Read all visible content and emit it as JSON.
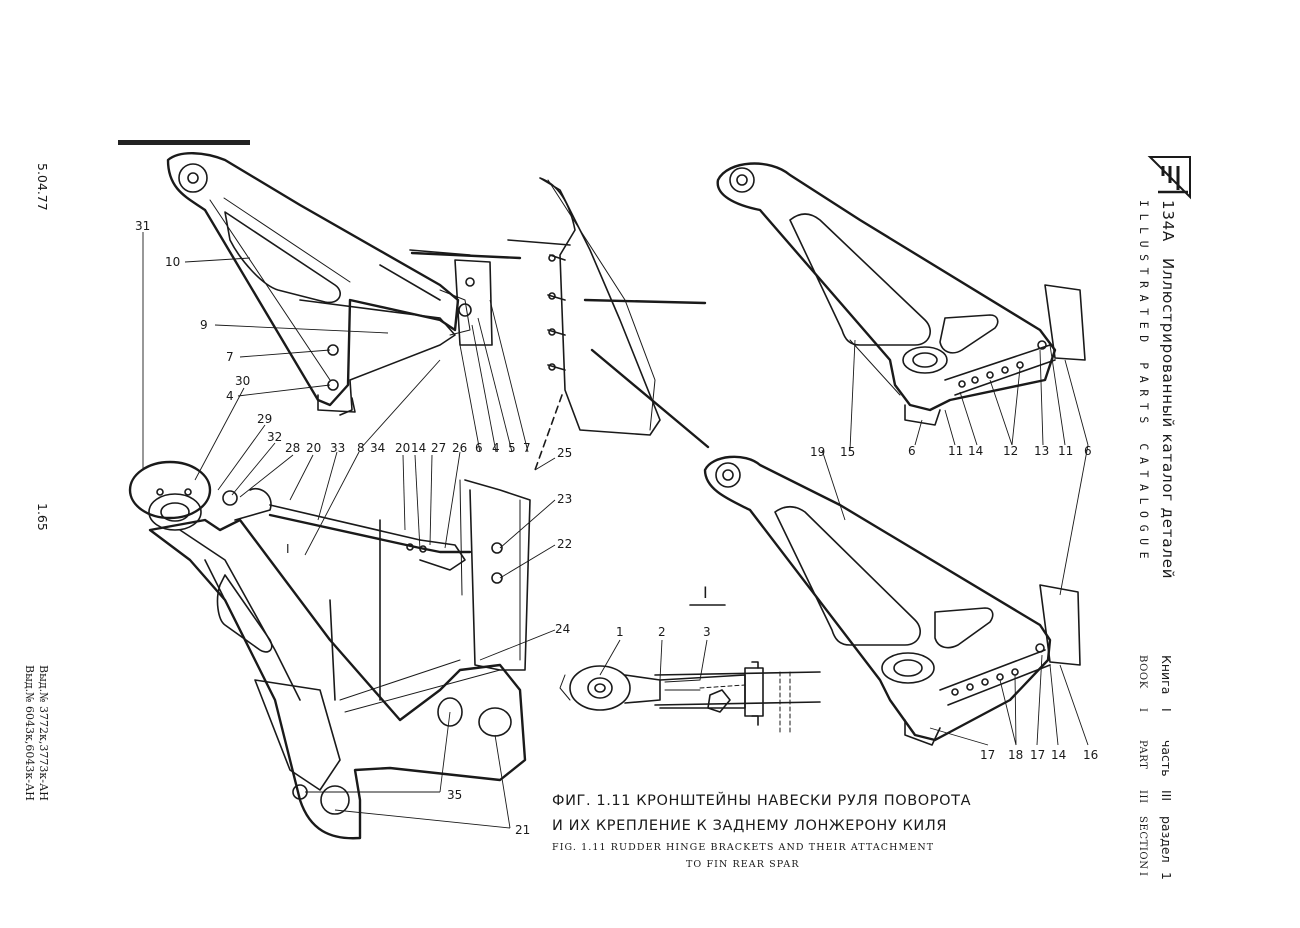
{
  "header": {
    "model": "134А",
    "title_ru": "Иллюстрированный каталог деталей",
    "title_en": "ILLUSTRATED PARTS CATALOGUE"
  },
  "book_info": {
    "line_ru": {
      "book": "Книга",
      "book_no": "I",
      "part": "часть",
      "part_no": "III",
      "section": "раздел",
      "section_no": "1"
    },
    "line_en": {
      "book": "BOOK",
      "book_no": "I",
      "part": "PART",
      "part_no": "III",
      "section": "SECTION",
      "section_no": "I"
    }
  },
  "left_margin": {
    "date": "5.04.77",
    "page": "1.65",
    "note1": "Выд.№ 3772к,3773к-АН",
    "note2": "Выд.№ 6043к,6043к-АН"
  },
  "caption": {
    "ru_line1": "ФИГ. 1.11 КРОНШТЕЙНЫ НАВЕСКИ РУЛЯ ПОВОРОТА",
    "ru_line2": "И ИХ КРЕПЛЕНИЕ К ЗАДНЕМУ ЛОНЖЕРОНУ КИЛЯ",
    "en_line1": "FIG. 1.11 RUDDER HINGE BRACKETS AND THEIR ATTACHMENT",
    "en_line2": "TO FIN REAR SPAR"
  },
  "detail": {
    "label": "I",
    "callouts": [
      "1",
      "2",
      "3"
    ]
  },
  "callouts": {
    "upper_left": [
      "31",
      "10",
      "9",
      "7",
      "4",
      "30",
      "29",
      "32",
      "28",
      "20",
      "33",
      "8",
      "34",
      "20",
      "14",
      "27",
      "26",
      "6",
      "4",
      "5",
      "7",
      "25",
      "23",
      "22",
      "24",
      "35",
      "21",
      "I"
    ],
    "upper_right": [
      "6",
      "11",
      "14",
      "12",
      "13",
      "11",
      "6",
      "15",
      "19"
    ],
    "lower_right": [
      "17",
      "18",
      "17",
      "14",
      "16"
    ]
  }
}
